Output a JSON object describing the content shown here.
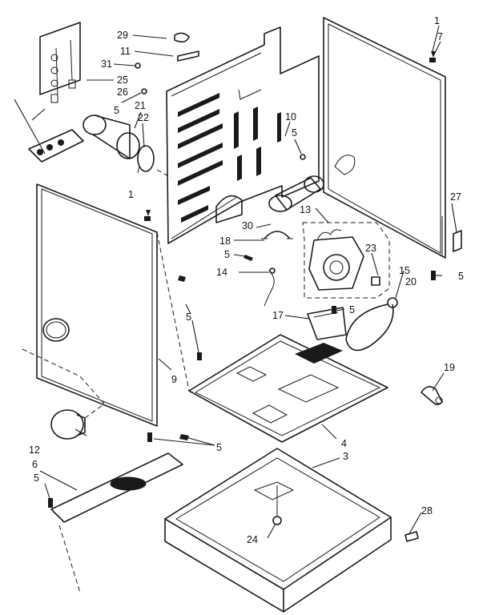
{
  "diagram": {
    "background": "#ffffff",
    "ink": "#1a1a1a",
    "callouts": [
      {
        "id": "c1a",
        "text": "1"
      },
      {
        "id": "c7",
        "text": "7"
      },
      {
        "id": "c29",
        "text": "29"
      },
      {
        "id": "c11",
        "text": "11"
      },
      {
        "id": "c31",
        "text": "31"
      },
      {
        "id": "c25",
        "text": "25"
      },
      {
        "id": "c26",
        "text": "26"
      },
      {
        "id": "c5a",
        "text": "5"
      },
      {
        "id": "c21",
        "text": "21"
      },
      {
        "id": "c22",
        "text": "22"
      },
      {
        "id": "c10",
        "text": "10"
      },
      {
        "id": "c5b",
        "text": "5"
      },
      {
        "id": "c1b",
        "text": "1"
      },
      {
        "id": "c27",
        "text": "27"
      },
      {
        "id": "c13",
        "text": "13"
      },
      {
        "id": "c30",
        "text": "30"
      },
      {
        "id": "c18",
        "text": "18"
      },
      {
        "id": "c5c",
        "text": "5"
      },
      {
        "id": "c23",
        "text": "23"
      },
      {
        "id": "c5d",
        "text": "5"
      },
      {
        "id": "c14",
        "text": "14"
      },
      {
        "id": "c15",
        "text": "15"
      },
      {
        "id": "c20",
        "text": "20"
      },
      {
        "id": "c5e",
        "text": "5"
      },
      {
        "id": "c17",
        "text": "17"
      },
      {
        "id": "c5f",
        "text": "5"
      },
      {
        "id": "c9",
        "text": "9"
      },
      {
        "id": "c19",
        "text": "19"
      },
      {
        "id": "c12",
        "text": "12"
      },
      {
        "id": "c5g",
        "text": "5"
      },
      {
        "id": "c4",
        "text": "4"
      },
      {
        "id": "c3",
        "text": "3"
      },
      {
        "id": "c6",
        "text": "6"
      },
      {
        "id": "c5h",
        "text": "5"
      },
      {
        "id": "c28",
        "text": "28"
      },
      {
        "id": "c24",
        "text": "24"
      }
    ]
  }
}
